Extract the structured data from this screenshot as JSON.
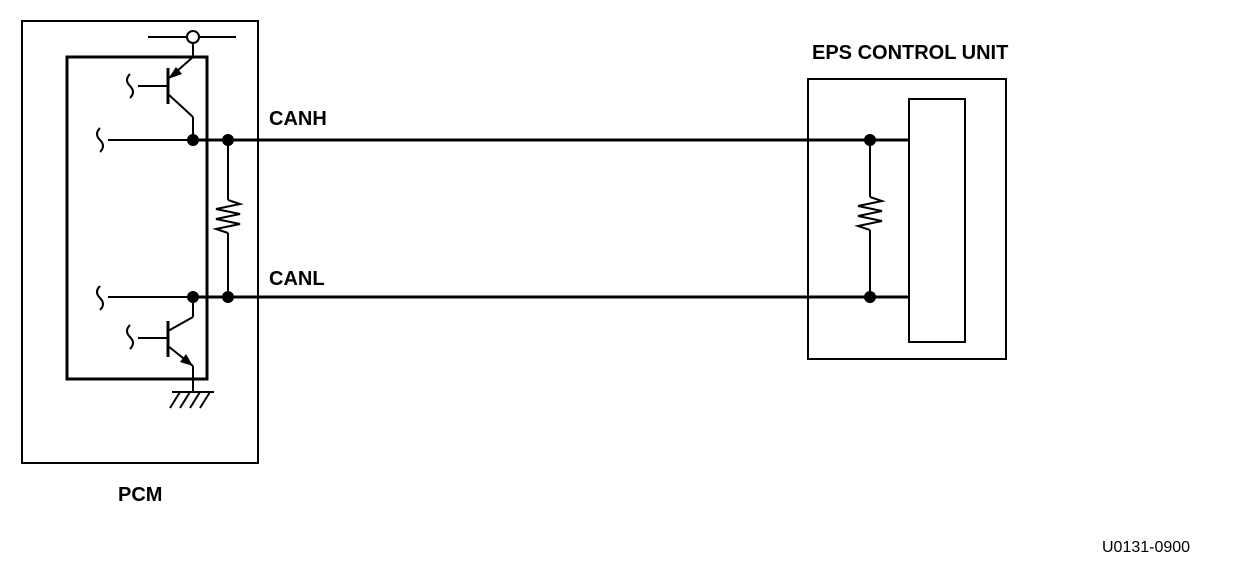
{
  "labels": {
    "canh": "CANH",
    "canl": "CANL",
    "eps_unit": "EPS CONTROL UNIT",
    "pcm": "PCM",
    "figure_code": "U0131-0900"
  }
}
